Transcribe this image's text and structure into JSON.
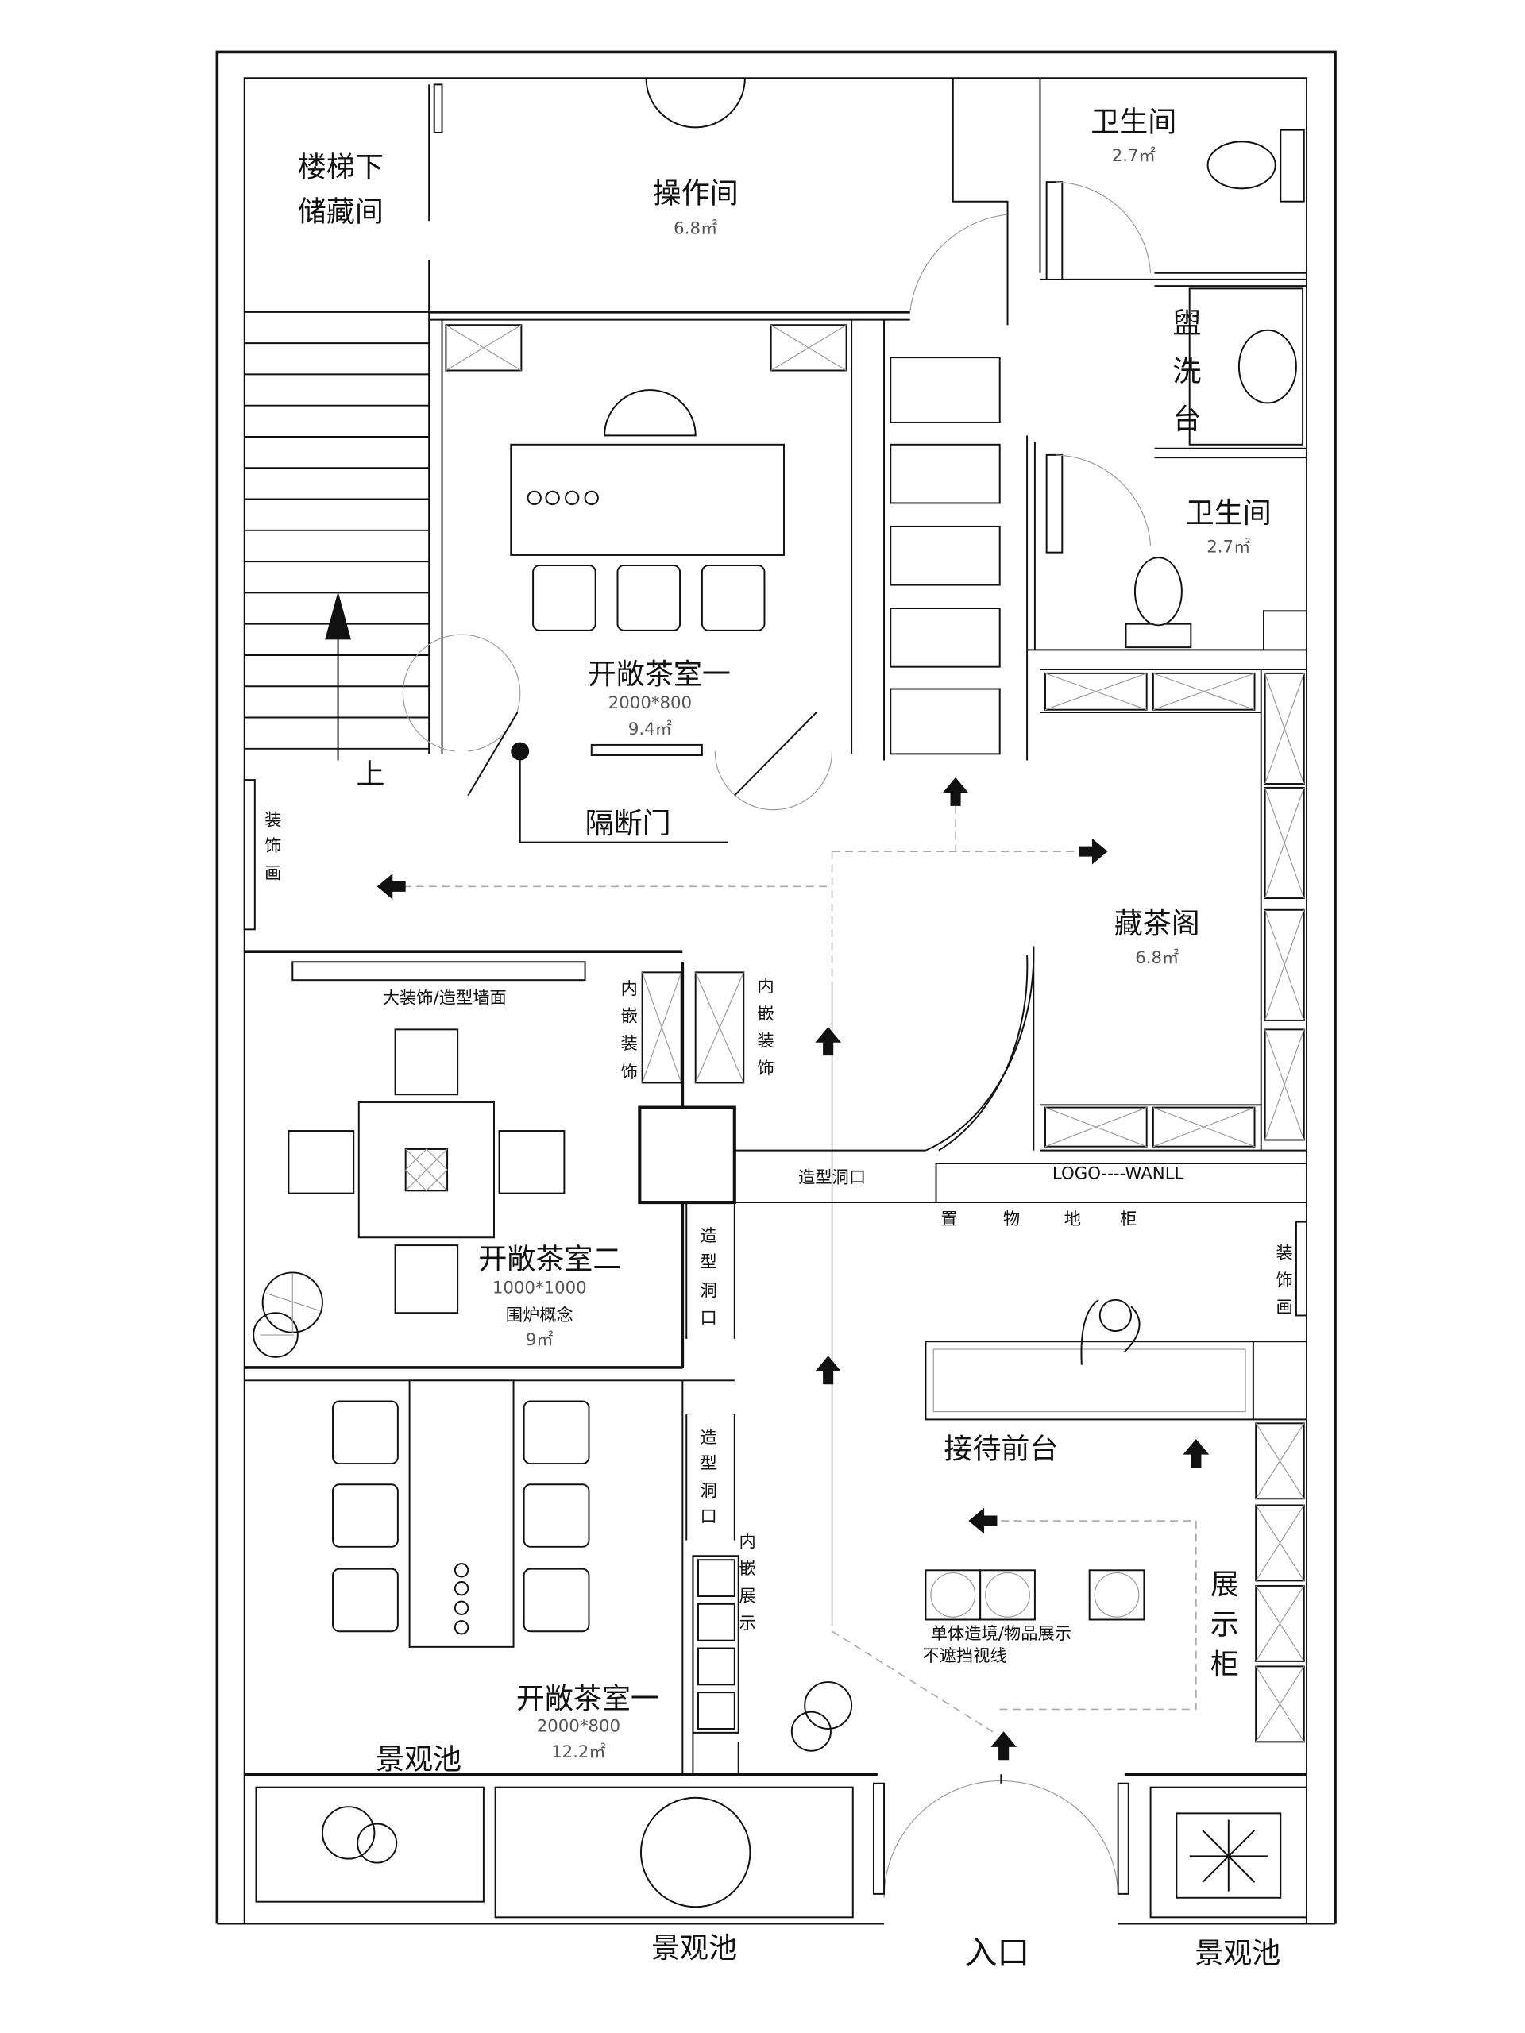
{
  "plan": {
    "stair_storage": {
      "line1": "楼梯下",
      "line2": "储藏间"
    },
    "operation_room": {
      "name": "操作间",
      "area": "6.8㎡"
    },
    "restroom_1": {
      "name": "卫生间",
      "area": "2.7㎡"
    },
    "wash_basin": {
      "chars": [
        "盥",
        "洗",
        "台"
      ]
    },
    "restroom_2": {
      "name": "卫生间",
      "area": "2.7㎡"
    },
    "tea_room_1_upper": {
      "name": "开敞茶室一",
      "size": "2000*800",
      "area": "9.4㎡"
    },
    "stair_up": "上",
    "partition_door": "隔断门",
    "decor_painting_left": {
      "chars": [
        "装",
        "饰",
        "画"
      ]
    },
    "tea_storage": {
      "name": "藏茶阁",
      "area": "6.8㎡"
    },
    "feature_wall": "大装饰/造型墙面",
    "embedded_decor_left": {
      "chars": [
        "内",
        "嵌",
        "装",
        "饰"
      ]
    },
    "embedded_decor_right": {
      "chars": [
        "内",
        "嵌",
        "装",
        "饰"
      ]
    },
    "feature_opening_horizontal": "造型洞口",
    "logo_wall": "LOGO----WANLL",
    "floor_cabinet": {
      "chars": [
        "置",
        "物",
        "地",
        "柜"
      ]
    },
    "tea_room_2": {
      "name": "开敞茶室二",
      "size": "1000*1000",
      "concept": "围炉概念",
      "area": "9㎡"
    },
    "feature_opening_vertical_1": {
      "chars": [
        "造",
        "型",
        "洞",
        "口"
      ]
    },
    "feature_opening_vertical_2": {
      "chars": [
        "造",
        "型",
        "洞",
        "口"
      ]
    },
    "decor_painting_right": {
      "chars": [
        "装",
        "饰",
        "画"
      ]
    },
    "reception": "接待前台",
    "embedded_display": {
      "chars": [
        "内",
        "嵌",
        "展",
        "示"
      ]
    },
    "display_note": {
      "line1": "单体造境/物品展示",
      "line2": "不遮挡视线"
    },
    "display_cabinet": {
      "chars": [
        "展",
        "示",
        "柜"
      ]
    },
    "tea_room_1_lower": {
      "name": "开敞茶室一",
      "size": "2000*800",
      "area": "12.2㎡"
    },
    "pond_left": "景观池",
    "pond_center": "景观池",
    "pond_right": "景观池",
    "entrance": "入口"
  }
}
